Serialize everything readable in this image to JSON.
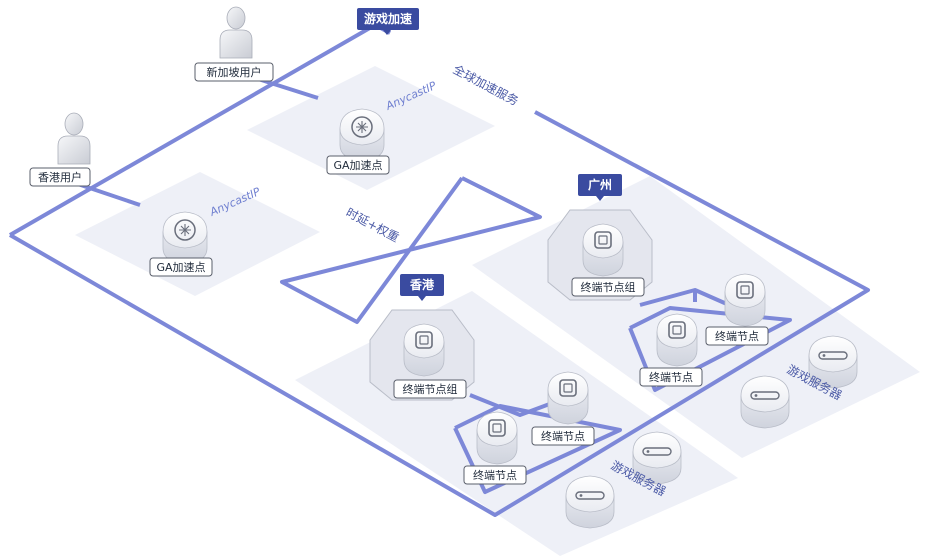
{
  "top_badge": "游戏加速",
  "global_service": "全球加速服务",
  "users": {
    "singapore": "新加坡用户",
    "hongkong": "香港用户"
  },
  "anycast_label": "AnycastIP",
  "ga_point": "GA加速点",
  "routing": "时延+权重",
  "regions": {
    "guangzhou": {
      "badge": "广州",
      "group": "终端节点组",
      "node_a": "终端节点",
      "node_b": "终端节点",
      "servers": "游戏服务器"
    },
    "hongkong": {
      "badge": "香港",
      "group": "终端节点组",
      "node_a": "终端节点",
      "node_b": "终端节点",
      "servers": "游戏服务器"
    }
  },
  "colors": {
    "line": "#7d88d8",
    "badge": "#3a4ba0",
    "plane": "#eef0f7",
    "device": "#f4f5f8"
  }
}
